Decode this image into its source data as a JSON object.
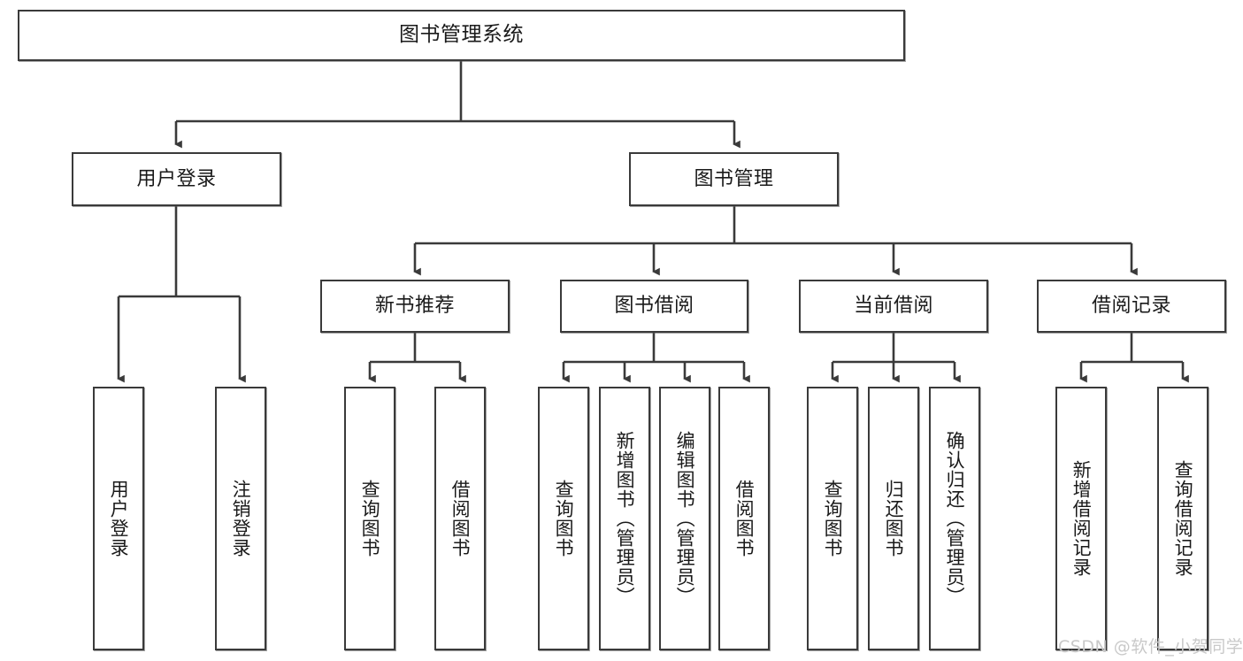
{
  "diagram": {
    "title": "图书管理系统",
    "type": "tree",
    "stroke_color": "#3a3a3a",
    "fill_color": "#ffffff",
    "text_color": "#1a1a1a"
  },
  "root": {
    "label": "图书管理系统"
  },
  "level2": [
    {
      "label": "用户登录"
    },
    {
      "label": "图书管理"
    }
  ],
  "level3": [
    {
      "label": "新书推荐"
    },
    {
      "label": "图书借阅"
    },
    {
      "label": "当前借阅"
    },
    {
      "label": "借阅记录"
    }
  ],
  "leaves": {
    "user_login": [
      {
        "label": "用户登录"
      },
      {
        "label": "注销登录"
      }
    ],
    "new_book": [
      {
        "label": "查询图书"
      },
      {
        "label": "借阅图书"
      }
    ],
    "book_borrow": [
      {
        "label": "查询图书"
      },
      {
        "label": "新增图书（管理员）"
      },
      {
        "label": "编辑图书（管理员）"
      },
      {
        "label": "借阅图书"
      }
    ],
    "current_borrow": [
      {
        "label": "查询图书"
      },
      {
        "label": "归还图书"
      },
      {
        "label": "确认归还（管理员）"
      }
    ],
    "borrow_record": [
      {
        "label": "新增借阅记录"
      },
      {
        "label": "查询借阅记录"
      }
    ]
  },
  "watermark": {
    "text": "CSDN @软件_小贺同学",
    "color": "#c9c9c9"
  }
}
